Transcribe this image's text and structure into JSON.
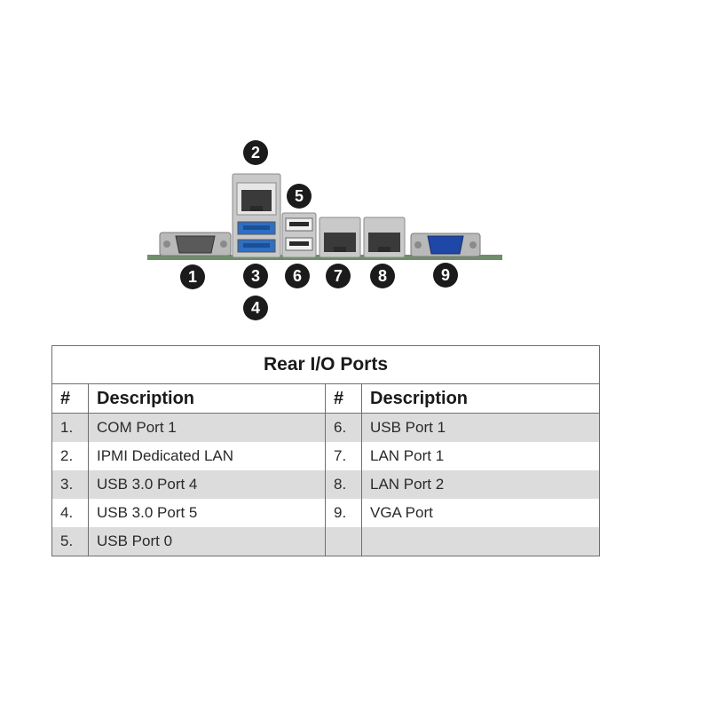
{
  "figure": {
    "callouts": [
      "1",
      "2",
      "3",
      "4",
      "5",
      "6",
      "7",
      "8",
      "9"
    ],
    "colors": {
      "callout": "#1b1b1b",
      "usb3_blue": "#2e6fc4",
      "vga_blue": "#1f47a8",
      "board": "#6e8f6a"
    }
  },
  "table": {
    "title": "Rear I/O Ports",
    "headers": [
      "#",
      "Description",
      "#",
      "Description"
    ],
    "rows": [
      [
        "1.",
        "COM Port 1",
        "6.",
        "USB Port 1"
      ],
      [
        "2.",
        "IPMI Dedicated LAN",
        "7.",
        "LAN Port 1"
      ],
      [
        "3.",
        "USB 3.0 Port 4",
        "8.",
        "LAN Port 2"
      ],
      [
        "4.",
        "USB 3.0 Port 5",
        "9.",
        "VGA Port"
      ],
      [
        "5.",
        "USB Port 0",
        "",
        ""
      ]
    ]
  }
}
